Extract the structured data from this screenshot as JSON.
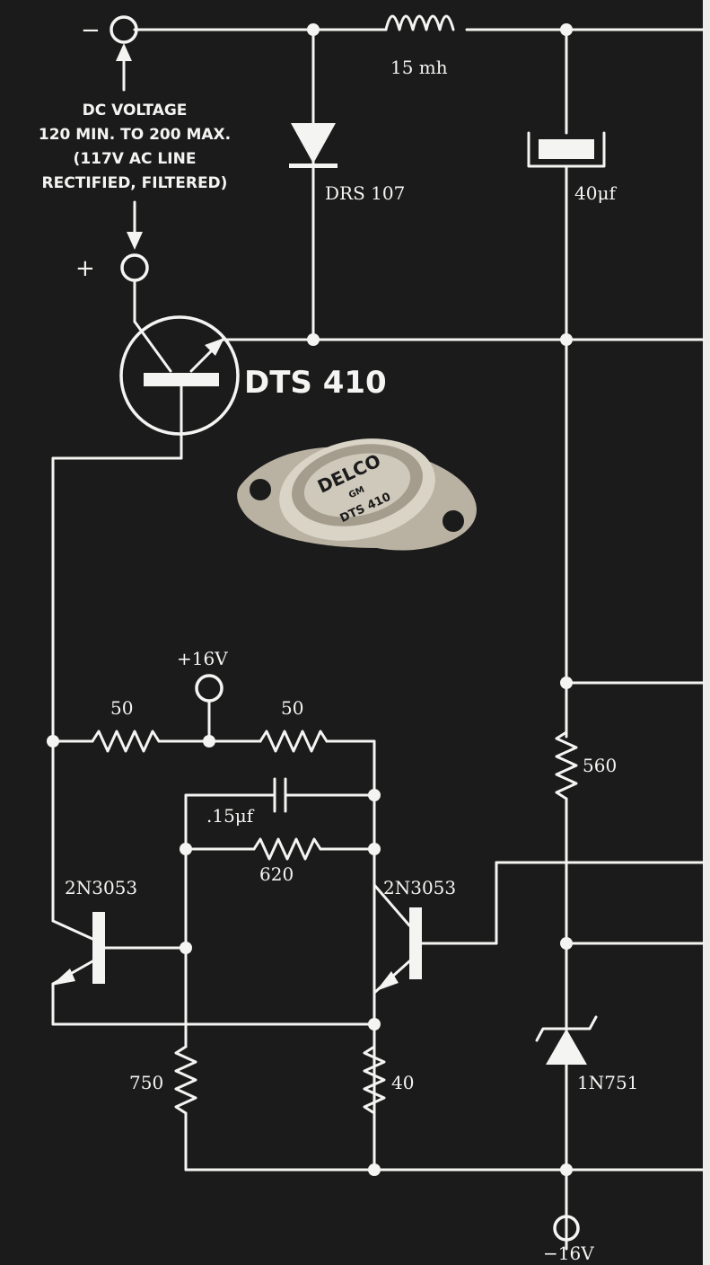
{
  "terminals": {
    "neg_input": "−",
    "pos_input": "+",
    "plus16": "+16V",
    "minus16": "−16V"
  },
  "input_note": {
    "line1": "DC VOLTAGE",
    "line2": "120 MIN. TO 200 MAX.",
    "line3": "(117V AC LINE",
    "line4": "RECTIFIED, FILTERED)"
  },
  "components": {
    "inductor": "15 mh",
    "diode": "DRS 107",
    "cap_main": "40μf",
    "transistor_main": "DTS 410",
    "r50_left": "50",
    "r50_right": "50",
    "cap_small": ".15μf",
    "r620": "620",
    "r560": "560",
    "q_left": "2N3053",
    "q_right": "2N3053",
    "r750": "750",
    "r40": "40",
    "zener": "1N751"
  },
  "photo": {
    "brand": "DELCO",
    "sub": "GM",
    "part": "DTS 410"
  }
}
